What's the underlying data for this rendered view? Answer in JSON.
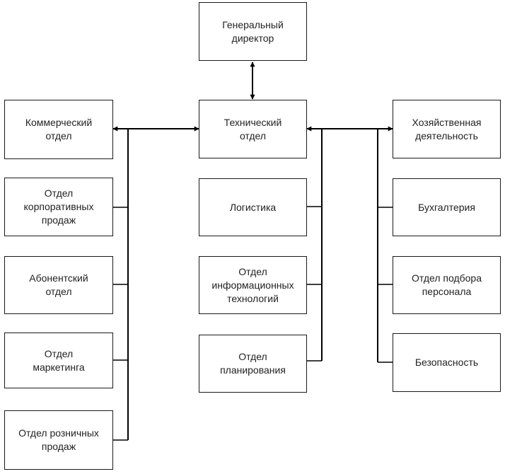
{
  "top": {
    "director": "Генеральный\nдиректор"
  },
  "left": {
    "header": "Коммерческий\nотдел",
    "items": [
      "Отдел\nкорпоративных\nпродаж",
      "Абонентский\nотдел",
      "Отдел\nмаркетинга",
      "Отдел розничных\nпродаж"
    ]
  },
  "center": {
    "header": "Технический\nотдел",
    "items": [
      "Логистика",
      "Отдел\nинформационных\nтехнологий",
      "Отдел\nпланирования"
    ]
  },
  "right": {
    "header": "Хозяйственная\nдеятельность",
    "items": [
      "Бухгалтерия",
      "Отдел подбора\nперсонала",
      "Безопасность"
    ]
  }
}
